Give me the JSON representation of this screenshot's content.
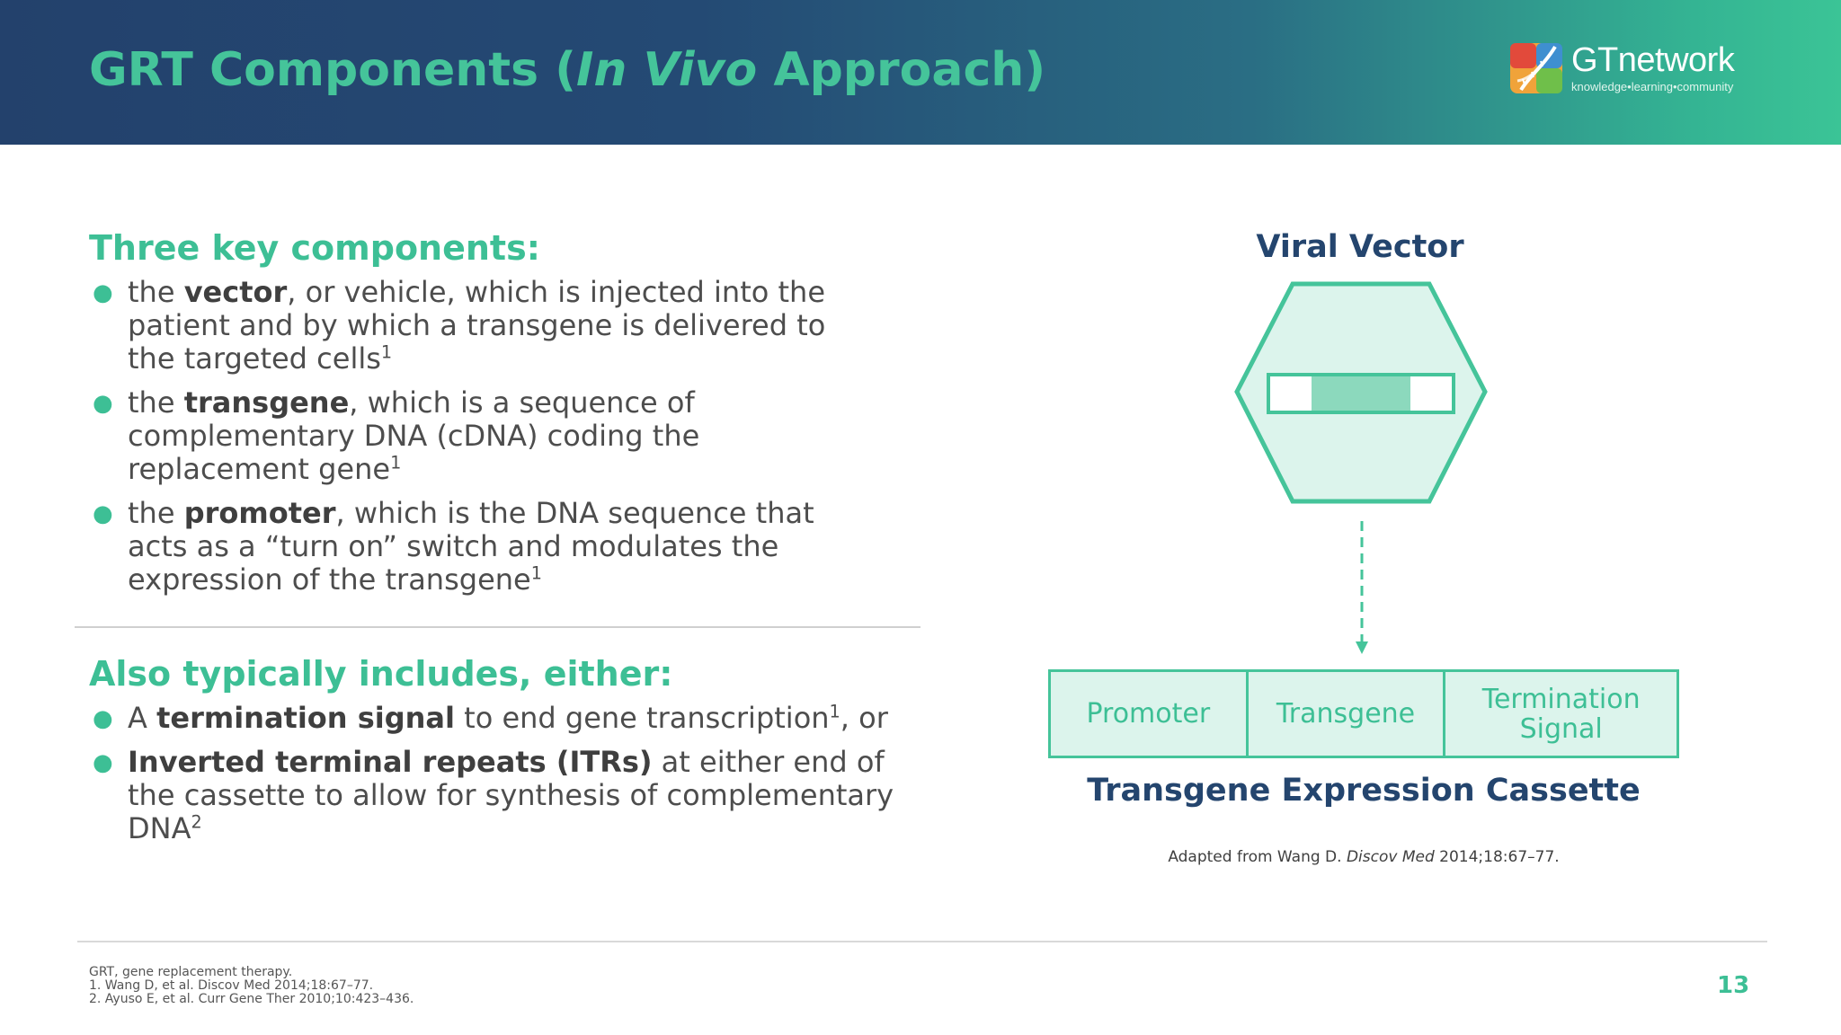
{
  "header": {
    "title_part1": "GRT Components (",
    "title_italic": "In Vivo",
    "title_part2": " Approach)",
    "logo": {
      "name": "GTnetwork",
      "tagline": "knowledge•learning•community"
    }
  },
  "section1": {
    "heading": "Three key components:",
    "bullets": [
      {
        "pre": "the ",
        "bold": "vector",
        "post": ", or vehicle, which is injected into the patient and by which a transgene is delivered to the targeted cells",
        "sup": "1",
        "tail": ""
      },
      {
        "pre": "the ",
        "bold": "transgene",
        "post": ", which is a sequence of complementary DNA (cDNA) coding the replacement gene",
        "sup": "1",
        "tail": ""
      },
      {
        "pre": "the ",
        "bold": "promoter",
        "post": ", which is the DNA sequence that acts as a “turn on” switch and modulates the expression of the transgene",
        "sup": "1",
        "tail": ""
      }
    ]
  },
  "section2": {
    "heading": "Also typically includes, either:",
    "bullets": [
      {
        "pre": "A ",
        "bold": "termination signal",
        "post": " to end gene transcription",
        "sup": "1",
        "tail": ", or"
      },
      {
        "pre": "",
        "bold": "Inverted terminal repeats (ITRs)",
        "post": " at either end of the cassette to allow for synthesis of complementary DNA",
        "sup": "2",
        "tail": ""
      }
    ]
  },
  "diagram": {
    "viral_vector_label": "Viral Vector",
    "cassette_cells": [
      "Promoter",
      "Transgene",
      "Termination Signal"
    ],
    "cassette_label": "Transgene Expression Cassette",
    "adapted_pre": "Adapted from Wang D. ",
    "adapted_italic": "Discov Med",
    "adapted_post": " 2014;18:67–77."
  },
  "footer": {
    "refs": [
      "GRT, gene replacement therapy.",
      "1. Wang D, et al. Discov Med 2014;18:67–77.",
      "2. Ayuso E, et al. Curr Gene Ther 2010;10:423–436."
    ],
    "page_number": "13"
  },
  "colors": {
    "navy": "#24456e",
    "teal": "#3dbf95",
    "light_teal": "#dcf4ec",
    "text_gray": "#4d4d4d"
  }
}
